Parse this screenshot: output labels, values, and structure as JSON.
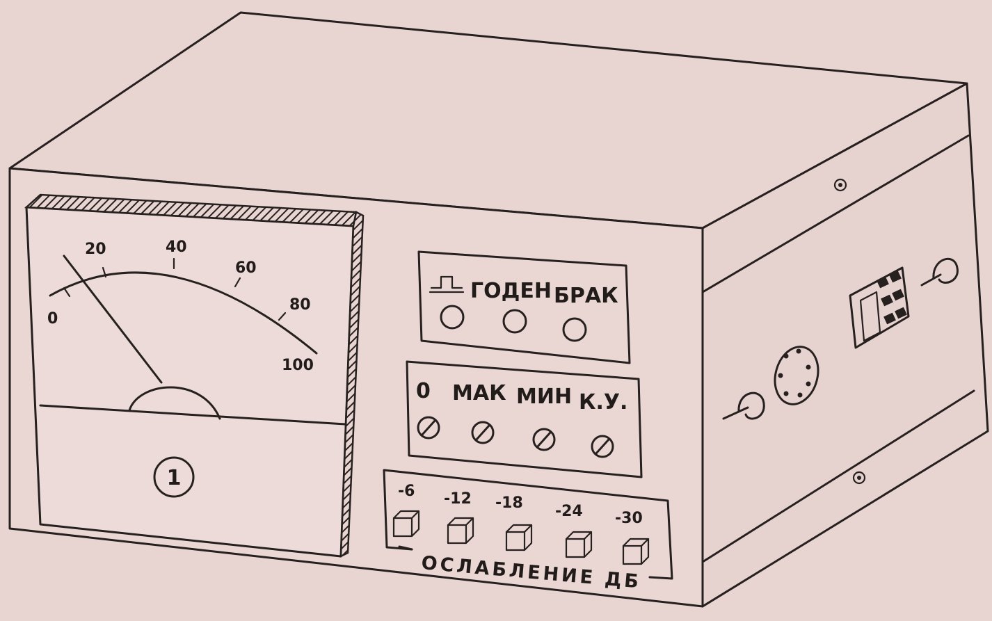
{
  "meter": {
    "scale_labels": [
      "0",
      "20",
      "40",
      "60",
      "80",
      "100"
    ],
    "pointer_value": 15,
    "index_label": "1"
  },
  "indicators": {
    "labels": [
      "ГОДЕН",
      "БРАК"
    ]
  },
  "adjusters": {
    "labels": [
      "0",
      "МАК",
      "МИН",
      "К.У."
    ]
  },
  "attenuation": {
    "title": "ОСЛАБЛЕНИЕ ДБ",
    "steps": [
      "-6",
      "-12",
      "-18",
      "-24",
      "-30"
    ]
  },
  "colors": {
    "paper": "#e8d5d2",
    "ink": "#26201f"
  }
}
